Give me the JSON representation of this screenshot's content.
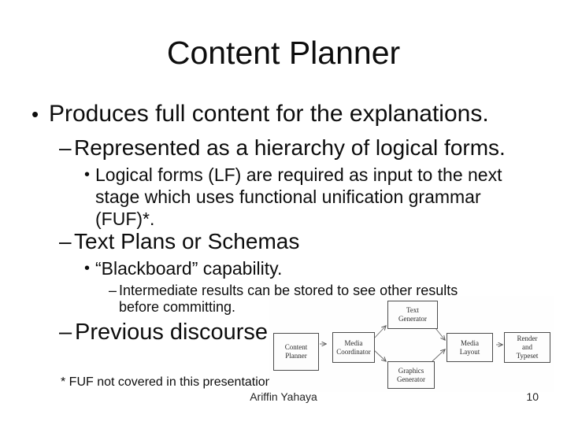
{
  "slide": {
    "title": "Content Planner",
    "bullets": [
      {
        "level": 1,
        "marker": "•",
        "text": "Produces full content for the explanations."
      },
      {
        "level": 2,
        "marker": "–",
        "text": "Represented as a hierarchy of logical forms."
      },
      {
        "level": 3,
        "marker": "•",
        "text": "Logical forms (LF) are required as input to the next\nstage which uses functional unification grammar\n(FUF)*."
      },
      {
        "level": 2,
        "marker": "–",
        "text": "Text Plans or Schemas"
      },
      {
        "level": 3,
        "marker": "•",
        "text": "“Blackboard” capability."
      },
      {
        "level": 4,
        "marker": "–",
        "text": "Intermediate results can be stored to see other results\nbefore committing."
      },
      {
        "level": 2,
        "marker": "–",
        "text": "Previous discourse"
      }
    ],
    "footnote": "* FUF not covered in this presentation",
    "footer": {
      "author": "Ariffin Yahaya",
      "page_number": "10"
    }
  },
  "diagram": {
    "nodes": [
      {
        "id": "content-planner",
        "label": "Content\nPlanner"
      },
      {
        "id": "media-coordinator",
        "label": "Media\nCoordinator"
      },
      {
        "id": "text-generator",
        "label": "Text\nGenerator"
      },
      {
        "id": "graphics-generator",
        "label": "Graphics\nGenerator"
      },
      {
        "id": "media-layout",
        "label": "Media\nLayout"
      },
      {
        "id": "render-typeset",
        "label": "Render\nand\nTypeset"
      }
    ],
    "edges": [
      "content-planner → media-coordinator",
      "media-coordinator → text-generator",
      "media-coordinator → graphics-generator",
      "text-generator → media-layout",
      "graphics-generator → media-layout",
      "media-layout → render-typeset"
    ],
    "line_color": "#6b6b6b"
  }
}
